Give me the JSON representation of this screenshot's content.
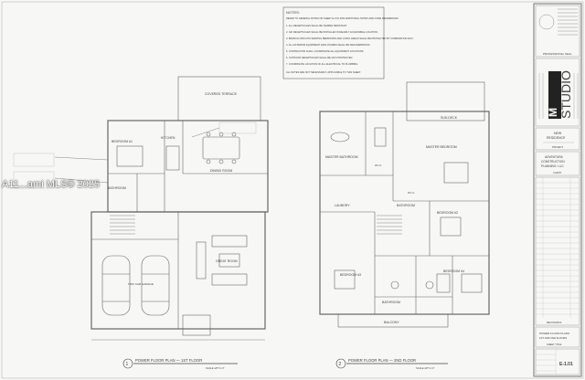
{
  "notes": {
    "heading": "NOTES:",
    "intro": "REFER TO GENERAL NOTES ON SHEET E-0.01 FOR ADDITIONAL NOTES AND CODE REFERENCES.",
    "items": [
      "1. ALL RECEPTACLES SHALL BE TAMPER RESISTANT.",
      "2. GFI RECEPTACLES SHALL BE INSTALLED IN READILY ACCESSIBLE LOCATION.",
      "3. BRANCH CIRCUITS SERVING BEDROOMS AND LIVING AREAS SHALL BE PROTECTED BY COMBINATION AFCI.",
      "4. ALL EXTERIOR EQUIPMENT ENCLOSURES SHALL BE WEATHERPROOF.",
      "5. CONTRACTOR SHALL COORDINATE ALL EQUIPMENT LOCATIONS.",
      "6. OUTDOOR RECEPTACLES SHALL BE GFCI PROTECTED.",
      "7. COORDINATE LOCATION OF ALL ELECTRICAL TO PLUMBING.",
      "ALL NOTES ARE NOT NECESSARILY APPLICABLE TO THIS SHEET."
    ]
  },
  "floor1": {
    "covered_terrace": "COVERED TERRACE",
    "bedroom": "BEDROOM #1",
    "kitchen": "KITCHEN",
    "dining": "DINING ROOM",
    "bathroom": "BATHROOM",
    "great_room": "GREAT ROOM",
    "garage": "TWO CAR GARAGE",
    "title": "POWER FLOOR PLAN — 1ST FLOOR",
    "scale": "SCALE 1/8\"=1'-0\"",
    "number": "1"
  },
  "floor2": {
    "sun_deck": "SUN DECK",
    "master_bathroom": "MASTER BATHROOM",
    "master_bedroom": "MASTER BEDROOM",
    "wic1": "W.I.C.",
    "wic2": "W.I.C.",
    "laundry": "LAUNDRY",
    "bathroom_a": "BATHROOM",
    "bedroom2": "BEDROOM #2",
    "bedroom3": "BEDROOM #3",
    "bedroom4": "BEDROOM #4",
    "bathroom_b": "BATHROOM",
    "balcony": "BALCONY",
    "title": "POWER FLOOR PLAN — 2ND FLOOR",
    "scale": "SCALE 1/8\"=1'-0\"",
    "number": "2"
  },
  "titleblock": {
    "studio": "STUDIO",
    "brand": "M",
    "professional_seal": "PROFESSIONAL SEAL",
    "project_label": "PROJECT",
    "project_name_1": "NEW",
    "project_name_2": "RESIDENCE",
    "client_label": "CLIENT",
    "client_1": "ADVENTURA",
    "client_2": "CONSTRUCTION",
    "client_3": "PLANNING / LLC",
    "revisions": "REVISIONS",
    "sheet_title_1": "POWER FLOOR PLANS",
    "sheet_title_2": "1ST AND 2ND FLOORS",
    "sheet_title_label": "SHEET TITLE",
    "sheet_number": "E-1.01"
  },
  "watermark": "A11...ami MLS© 2025",
  "colors": {
    "paper": "#f7f7f5",
    "line": "#666666",
    "dark": "#222222"
  }
}
